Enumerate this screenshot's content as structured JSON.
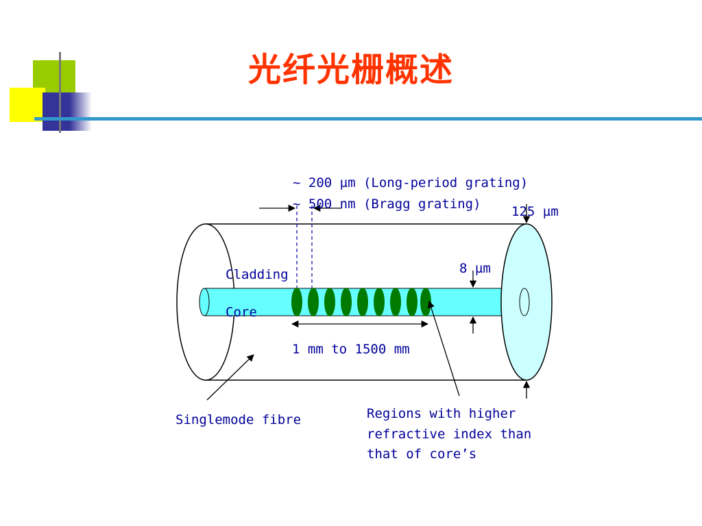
{
  "slide": {
    "title": "光纤光栅概述"
  },
  "diagram": {
    "long_period_label": "~ 200 µm (Long-period grating)",
    "bragg_label": "~ 500 nm (Bragg grating)",
    "cladding_diameter_label": "125 µm",
    "core_diameter_label": "8 µm",
    "cladding_label": "Cladding",
    "core_label": "Core",
    "grating_length_label": "1 mm to 1500 mm",
    "fibre_label": "Singlemode fibre",
    "regions_label_lines": [
      "Regions with higher",
      "refractive index than",
      "that of core’s"
    ]
  },
  "colors": {
    "title": "#ff3300",
    "label_text": "#000099",
    "core_fill": "#66ffff",
    "cladding_end_fill": "#ccffff",
    "grating_fill": "#007a00",
    "deco_green": "#99cc00",
    "deco_yellow": "#ffff00",
    "deco_navy": "#333399",
    "deco_line": "#3399cc"
  }
}
